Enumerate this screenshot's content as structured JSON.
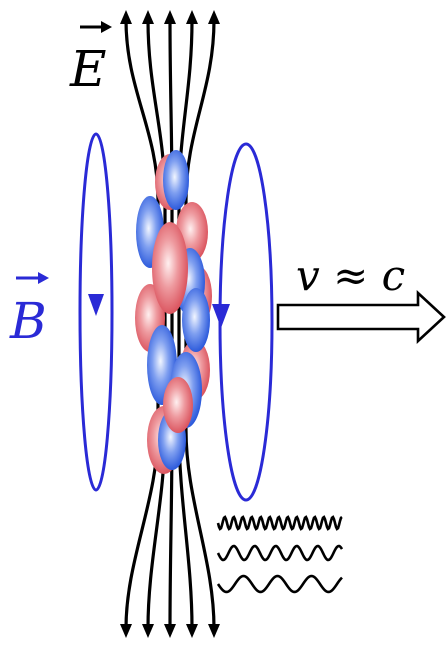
{
  "labels": {
    "e_field": "E",
    "b_field": "B",
    "velocity": "v ≈ c"
  },
  "colors": {
    "background": "#ffffff",
    "field_lines": "#000000",
    "b_loop": "#2a2ad6",
    "b_label": "#2a2ad6",
    "proton": "#e0505a",
    "neutron": "#2f5fe0"
  },
  "icons": {
    "field_arrow": "arrowhead",
    "vector_accent": "right-arrow-overline",
    "photon_wave": "sine-wave"
  }
}
